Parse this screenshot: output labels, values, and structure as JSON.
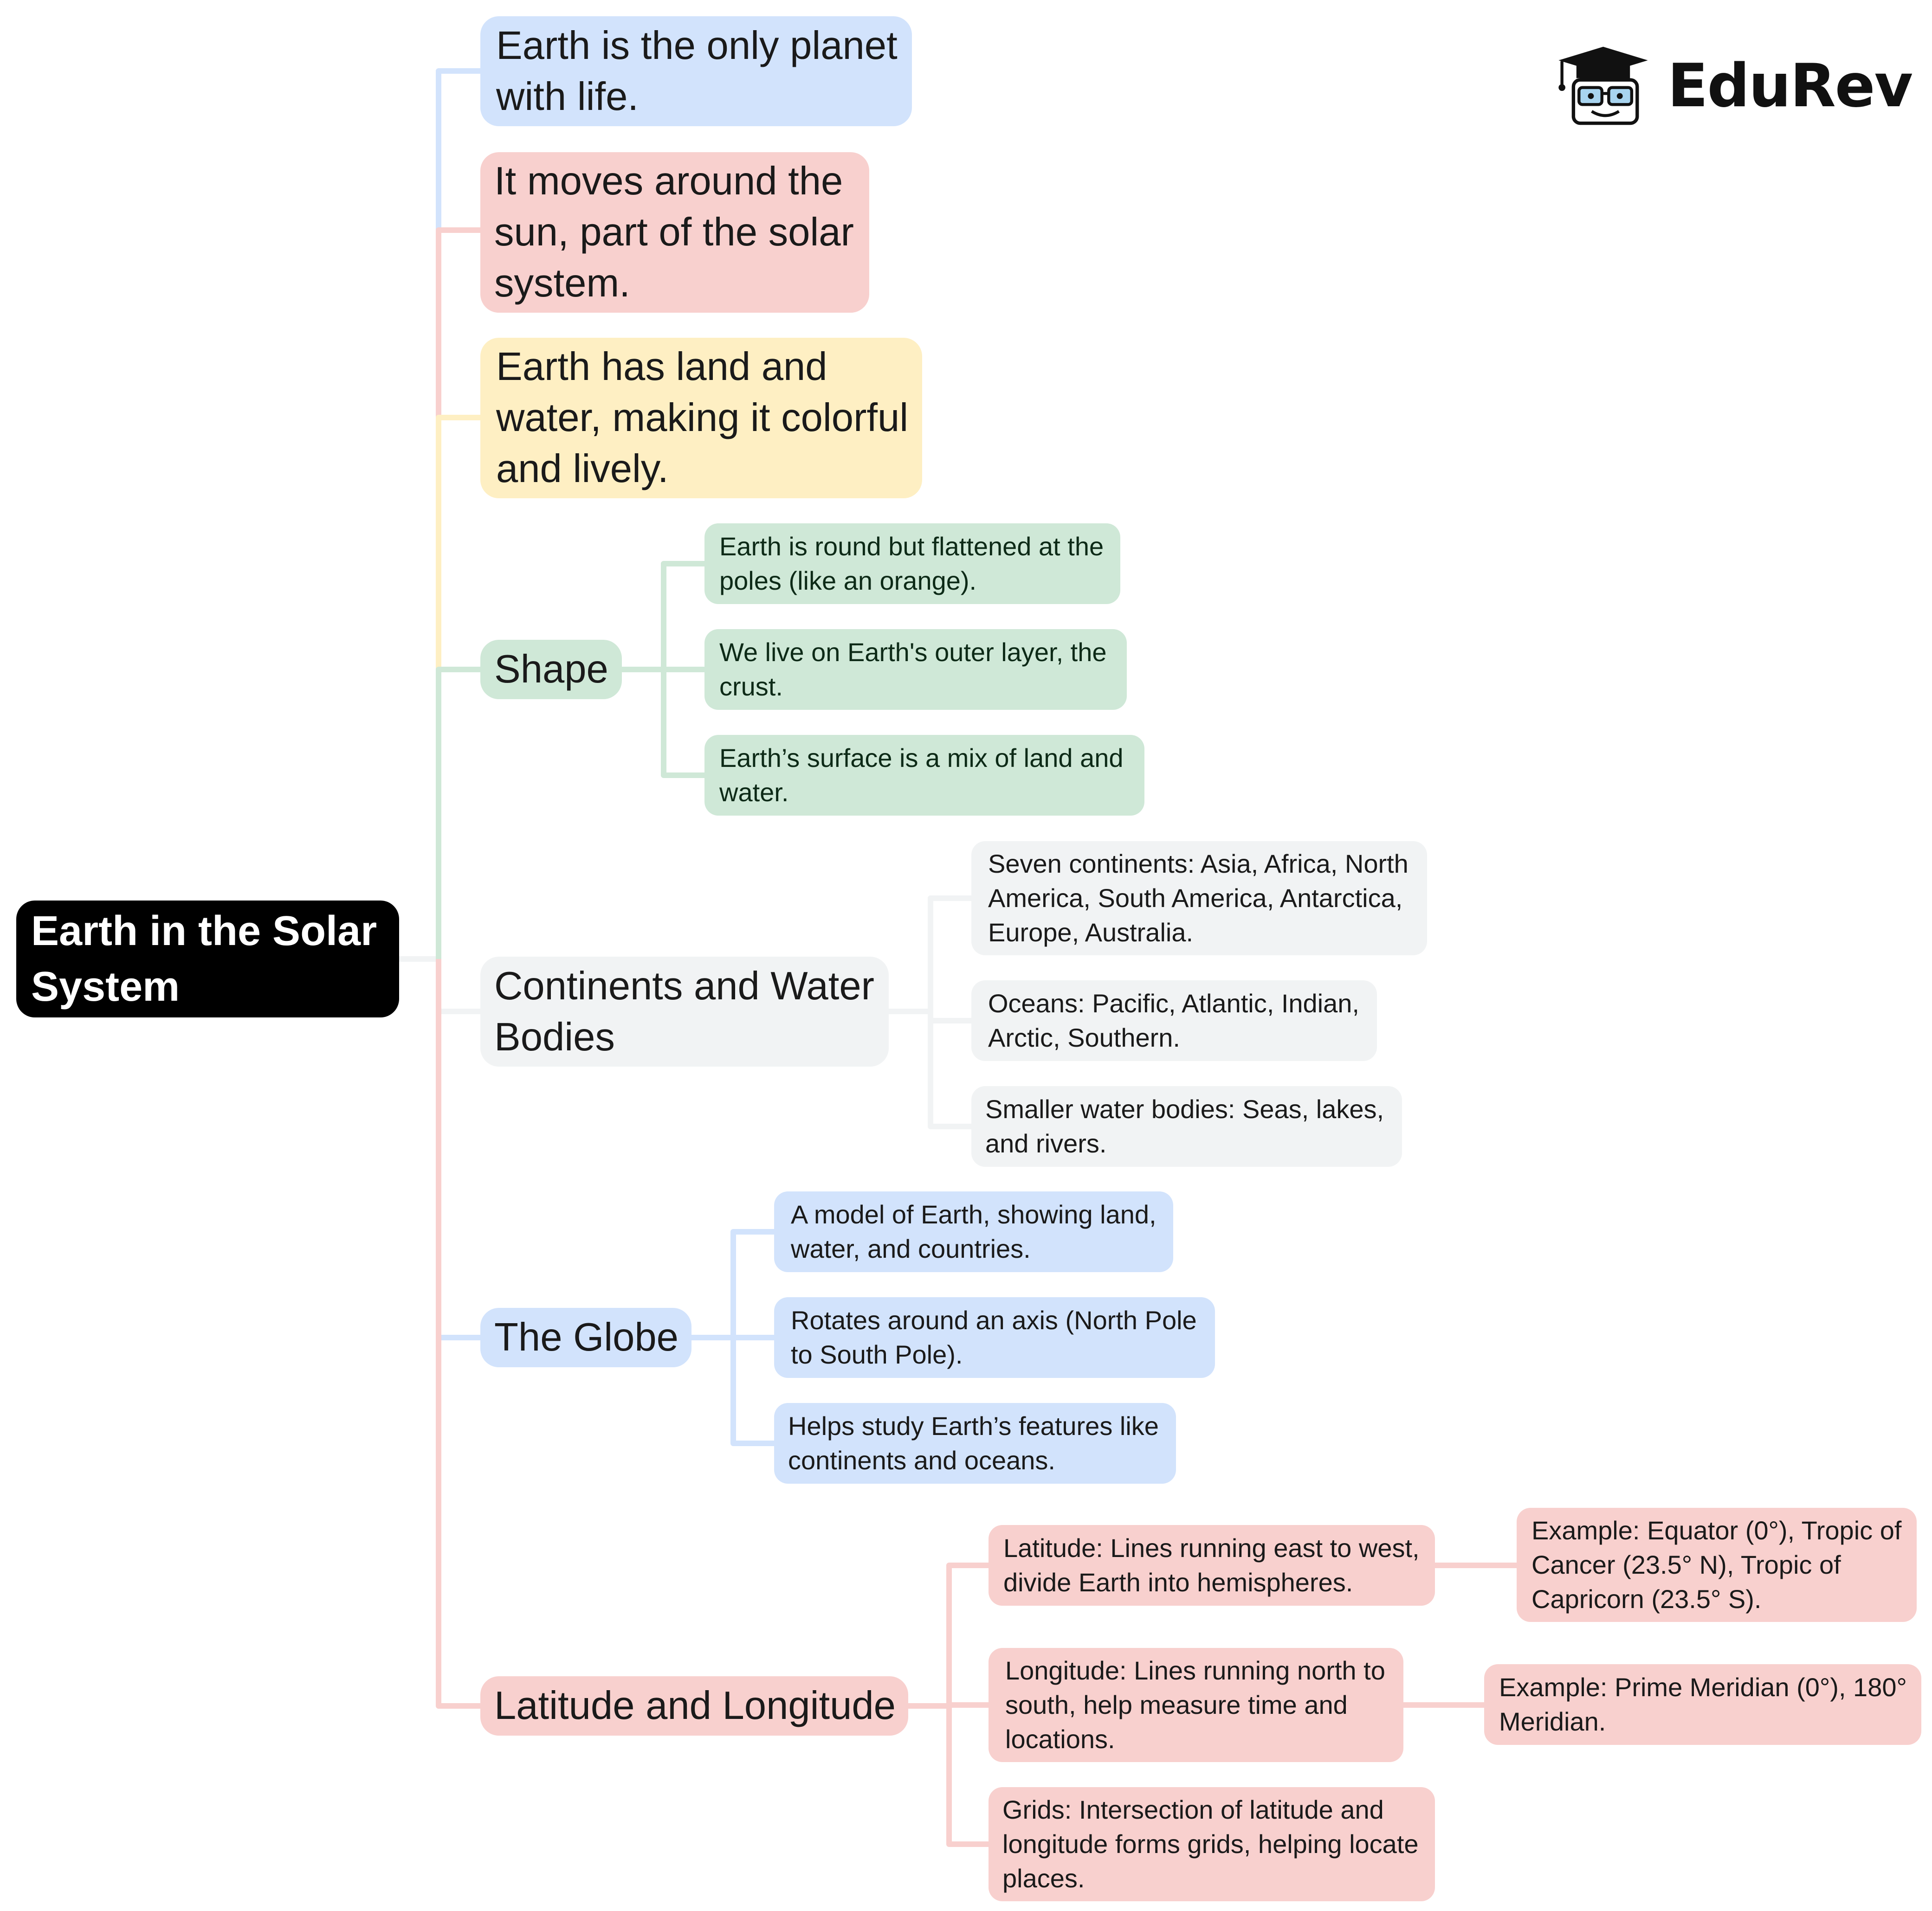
{
  "logo": {
    "text": "EduRev"
  },
  "mindmap": {
    "root": {
      "lines": [
        "Earth in the Solar",
        "System"
      ]
    },
    "branches": [
      {
        "id": "life",
        "color": "#d2e3fc",
        "lines": [
          "Earth is the only planet",
          "with life."
        ]
      },
      {
        "id": "sun",
        "color": "#f8d0ce",
        "lines": [
          "It moves around the",
          "sun, part of the solar",
          "system."
        ]
      },
      {
        "id": "land",
        "color": "#feefc3",
        "lines": [
          "Earth has land and",
          "water, making it colorful",
          "and lively."
        ]
      },
      {
        "id": "shape",
        "color": "#cfe8d7",
        "lines": [
          "Shape"
        ],
        "children": [
          {
            "lines": [
              "Earth is round but flattened at the",
              "poles (like an orange)."
            ]
          },
          {
            "lines": [
              "We live on Earth's outer layer, the",
              "crust."
            ]
          },
          {
            "lines": [
              "Earth’s surface is a mix of land and",
              "water."
            ]
          }
        ]
      },
      {
        "id": "continents",
        "color": "#f1f3f4",
        "lines": [
          "Continents and Water",
          "Bodies"
        ],
        "children": [
          {
            "lines": [
              "Seven continents: Asia, Africa, North",
              "America, South America, Antarctica,",
              "Europe, Australia."
            ]
          },
          {
            "lines": [
              "Oceans: Pacific, Atlantic, Indian,",
              "Arctic, Southern."
            ]
          },
          {
            "lines": [
              "Smaller water bodies: Seas, lakes,",
              "and rivers."
            ]
          }
        ]
      },
      {
        "id": "globe",
        "color": "#d2e3fc",
        "lines": [
          "The Globe"
        ],
        "children": [
          {
            "lines": [
              "A model of Earth, showing land,",
              "water, and countries."
            ]
          },
          {
            "lines": [
              "Rotates around an axis (North Pole",
              "to South Pole)."
            ]
          },
          {
            "lines": [
              "Helps study Earth’s features like",
              "continents and oceans."
            ]
          }
        ]
      },
      {
        "id": "latlong",
        "color": "#f8d0ce",
        "lines": [
          "Latitude and Longitude"
        ],
        "children": [
          {
            "lines": [
              "Latitude: Lines running east to west,",
              "divide Earth into hemispheres."
            ],
            "children": [
              {
                "lines": [
                  "Example: Equator (0°), Tropic of",
                  "Cancer (23.5° N), Tropic of",
                  "Capricorn (23.5° S)."
                ]
              }
            ]
          },
          {
            "lines": [
              "Longitude: Lines running north to",
              "south, help measure time and",
              "locations."
            ],
            "children": [
              {
                "lines": [
                  "Example: Prime Meridian (0°), 180°",
                  "Meridian."
                ]
              }
            ]
          },
          {
            "lines": [
              "Grids: Intersection of latitude and",
              "longitude forms grids, helping locate",
              "places."
            ]
          }
        ]
      }
    ]
  }
}
